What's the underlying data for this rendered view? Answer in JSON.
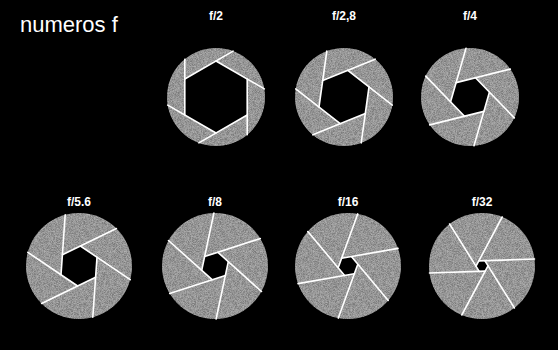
{
  "diagram": {
    "title": "numeros f",
    "nodes": [
      {
        "text": [
          "f/2"
        ]
      },
      {
        "text": [
          "f/2,8"
        ]
      },
      {
        "text": [
          "f/4"
        ]
      },
      {
        "text": [
          "f/5.6"
        ]
      },
      {
        "text": [
          "f/8"
        ]
      },
      {
        "text": [
          "f/16"
        ]
      },
      {
        "text": [
          "f/32"
        ]
      }
    ]
  }
}
